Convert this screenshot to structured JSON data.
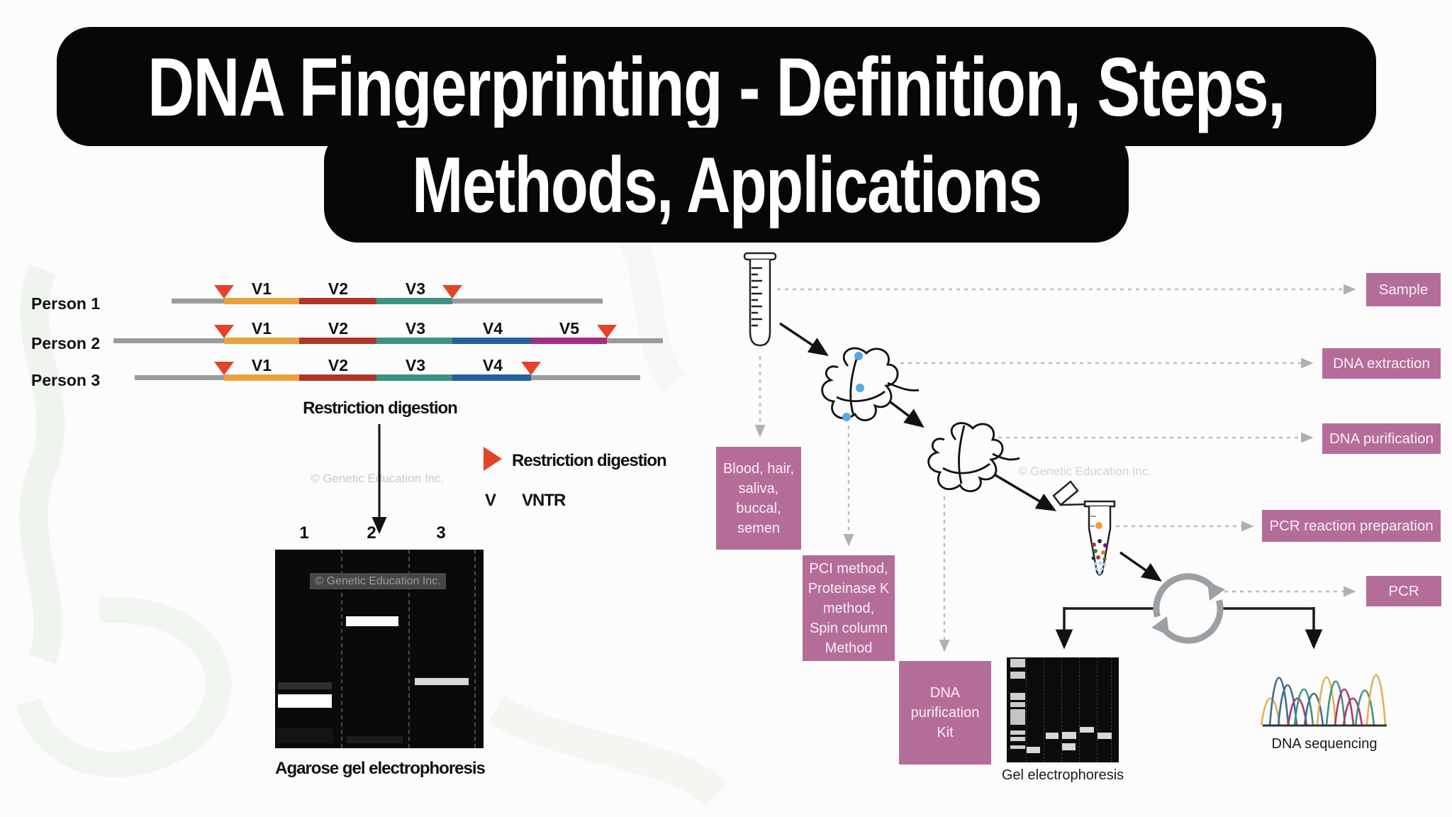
{
  "title": {
    "line1": "DNA Fingerprinting - Definition, Steps,",
    "line2": "Methods, Applications"
  },
  "watermark": "© Genetic Education Inc.",
  "left_panel": {
    "persons": [
      {
        "label": "Person 1",
        "vntrs": [
          "V1",
          "V2",
          "V3"
        ]
      },
      {
        "label": "Person 2",
        "vntrs": [
          "V1",
          "V2",
          "V3",
          "V4",
          "V5"
        ]
      },
      {
        "label": "Person 3",
        "vntrs": [
          "V1",
          "V2",
          "V3",
          "V4"
        ]
      }
    ],
    "step_label": "Restriction digestion",
    "legend": {
      "triangle_label": "Restriction digestion",
      "v_symbol": "V",
      "v_label": "VNTR"
    },
    "gel": {
      "lanes": [
        "1",
        "2",
        "3"
      ],
      "caption": "Agarose gel electrophoresis"
    }
  },
  "right_panel": {
    "stages": [
      "Sample",
      "DNA extraction",
      "DNA purification",
      "PCR reaction preparation",
      "PCR"
    ],
    "sample_sources": "Blood, hair,\nsaliva,\nbuccal,\nsemen",
    "extraction_methods": "PCI method,\nProteinase K\nmethod,\nSpin column\nMethod",
    "purification_kit": "DNA\npurification\nKit",
    "gel_caption": "Gel electrophoresis",
    "sequencing_caption": "DNA sequencing"
  },
  "colors": {
    "banner": "#070707",
    "accent_box": "#b46d99",
    "restriction_site_red": "#e64228",
    "dna_line_gray": "#9b9b9b",
    "vntr_segments": [
      "#eca13f",
      "#b03527",
      "#3d9383",
      "#23619e",
      "#a62b85"
    ],
    "sequencing_peaks": [
      "#e4b14e",
      "#3c6e96",
      "#45917f",
      "#aa3a70"
    ]
  }
}
